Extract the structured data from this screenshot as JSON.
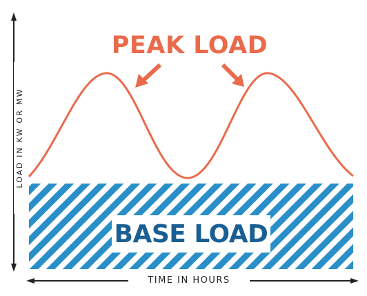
{
  "title": "PEAK LOAD",
  "base_label": "BASE LOAD",
  "x_axis_label": "TIME IN HOURS",
  "y_axis_label": "LOAD IN KW OR MW",
  "colors": {
    "peak": "#ea6a4c",
    "base": "#2a8fc9",
    "base_text": "#1a5f93",
    "axis": "#222222"
  }
}
